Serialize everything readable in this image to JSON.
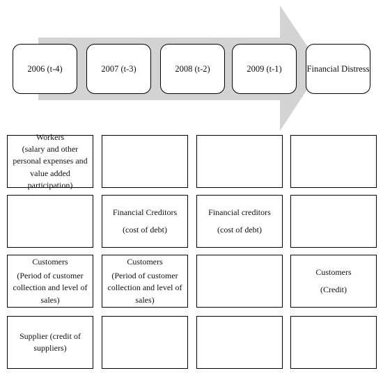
{
  "stages": [
    "2006 (t-4)",
    "2007 (t-3)",
    "2008 (t-2)",
    "2009 (t-1)",
    "Financial Distress"
  ],
  "colors": {
    "arrow": "#d3d3d3",
    "border": "#000000"
  },
  "grid": {
    "row1": {
      "col1": {
        "title": "Workers",
        "detail": "(salary and other personal expenses and value added participation)"
      },
      "col2": {
        "title": "",
        "detail": ""
      },
      "col3": {
        "title": "",
        "detail": ""
      },
      "col4": {
        "title": "",
        "detail": ""
      }
    },
    "row2": {
      "col1": {
        "title": "",
        "detail": ""
      },
      "col2": {
        "title": "Financial Creditors",
        "detail": "(cost of debt)"
      },
      "col3": {
        "title": "Financial creditors",
        "detail": "(cost of debt)"
      },
      "col4": {
        "title": "",
        "detail": ""
      }
    },
    "row3": {
      "col1": {
        "title": "Customers",
        "detail": "(Period of customer collection and level of sales)"
      },
      "col2": {
        "title": "Customers",
        "detail": "(Period of customer collection and level of sales)"
      },
      "col3": {
        "title": "",
        "detail": ""
      },
      "col4": {
        "title": "Customers",
        "detail": "(Credit)"
      }
    },
    "row4": {
      "col1": {
        "title": "Supplier (credit of suppliers)",
        "detail": ""
      },
      "col2": {
        "title": "",
        "detail": ""
      },
      "col3": {
        "title": "",
        "detail": ""
      },
      "col4": {
        "title": "",
        "detail": ""
      }
    }
  }
}
